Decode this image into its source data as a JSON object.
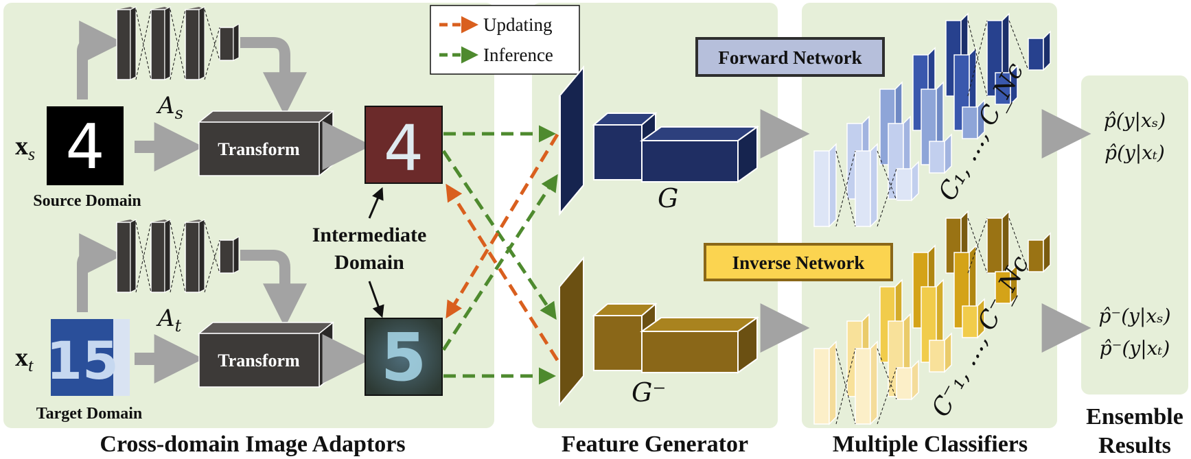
{
  "legend": {
    "updating": "Updating",
    "inference": "Inference"
  },
  "sections": {
    "adaptors": "Cross-domain Image Adaptors",
    "generator": "Feature Generator",
    "classifiers": "Multiple Classifiers",
    "ensemble_line1": "Ensemble",
    "ensemble_line2": "Results"
  },
  "source": {
    "input_symbol": "x",
    "input_sub": "s",
    "adaptor_symbol": "A",
    "adaptor_sub": "s",
    "label": "Source Domain",
    "transform_label": "Transform",
    "digit": "4"
  },
  "target": {
    "input_symbol": "x",
    "input_sub": "t",
    "adaptor_symbol": "A",
    "adaptor_sub": "t",
    "label": "Target Domain",
    "transform_label": "Transform",
    "digit": "15"
  },
  "intermediate": {
    "line1": "Intermediate",
    "line2": "Domain",
    "digit_top": "4",
    "digit_bottom": "5"
  },
  "networks": {
    "forward": "Forward Network",
    "inverse": "Inverse Network"
  },
  "generators": {
    "forward": "G",
    "inverse": "G⁻"
  },
  "classifiers": {
    "forward": "C₁, …, C_Nc",
    "inverse": "C⁻₁, …, C⁻_Nc"
  },
  "results": {
    "forward_1": "p̂(y|xₛ)",
    "forward_2": "p̂(y|xₜ)",
    "inverse_1": "p̂⁻(y|xₛ)",
    "inverse_2": "p̂⁻(y|xₜ)"
  },
  "colors": {
    "panel": "#e6efd9",
    "updating": "#d95f1e",
    "inference": "#4e8a2e",
    "dark_box": "#3d3a38",
    "navy": "#1f2e63",
    "brown": "#8a6718",
    "forward_label_bg": "#b6bfdb",
    "inverse_label_bg": "#fbd450"
  }
}
